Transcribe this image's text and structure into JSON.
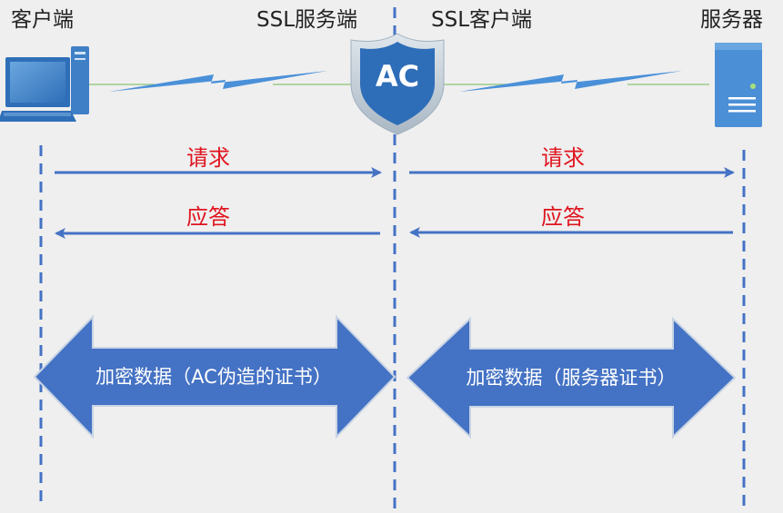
{
  "participants": {
    "client": "客户端",
    "ssl_server": "SSL服务端",
    "ssl_client": "SSL客户端",
    "server": "服务器"
  },
  "ac_badge": "AC",
  "messages": {
    "left_request": "请求",
    "left_response": "应答",
    "right_request": "请求",
    "right_response": "应答"
  },
  "encrypted": {
    "left": "加密数据（AC伪造的证书）",
    "right": "加密数据（服务器证书）"
  },
  "colors": {
    "background": "#efefef",
    "line_blue": "#4472c4",
    "arrow_fill": "#4472c4",
    "message_red": "#e0141e",
    "badge_blue": "#2e6db8"
  }
}
